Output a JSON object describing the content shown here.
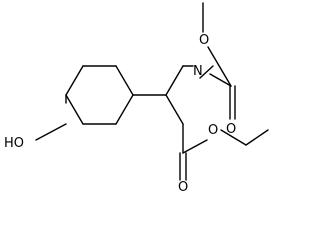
{
  "diagram": {
    "type": "skeletal-structure",
    "atom_labels": {
      "ring_nitrogen": "N",
      "methyl_carbonyl_oxygen": "O",
      "methyl_ester_oxygen": "O",
      "ethyl_ester_oxygen": "O",
      "ethyl_carbonyl_oxygen": "O",
      "hydroxyl": "HO"
    },
    "colors": {
      "bond": "#000000",
      "label": "#000000",
      "background": "#ffffff"
    }
  }
}
